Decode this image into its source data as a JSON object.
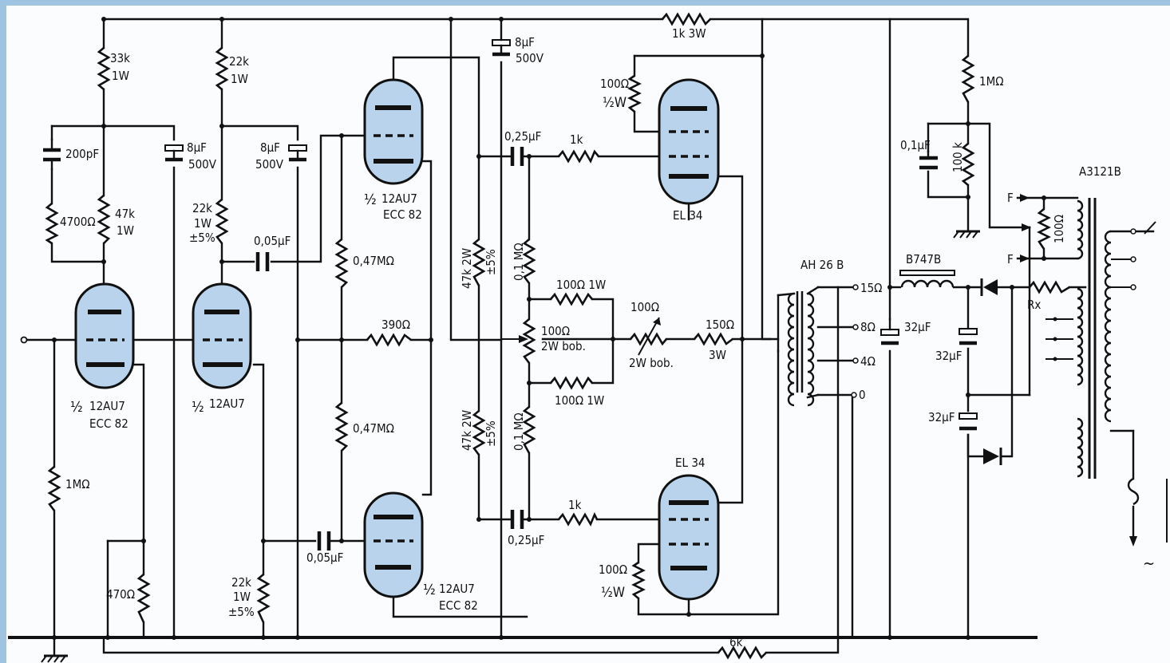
{
  "labels": {
    "r33k": "33k",
    "r33k_w": "1W",
    "r22k_top": "22k",
    "r22k_top_w": "1W",
    "c200p": "200pF",
    "c8u_1": "8µF",
    "c8u_1_v": "500V",
    "c8u_2": "8µF",
    "c8u_2_v": "500V",
    "r4700": "4700Ω",
    "r47k": "47k",
    "r47k_w": "1W",
    "r22k_mid": "22k",
    "r22k_mid_w": "1W",
    "r22k_mid_t": "±5%",
    "c005_top": "0,05µF",
    "v1_a": "½",
    "v1_b": "12AU7",
    "v1_c": "ECC 82",
    "v2_a": "½",
    "v2_b": "12AU7",
    "v3_a": "½",
    "v3_b": "12AU7",
    "v3_c": "ECC 82",
    "v4_a": "½",
    "v4_b": "12AU7",
    "v4_c": "ECC 82",
    "r1M_in": "1MΩ",
    "r470": "470Ω",
    "c005_bot": "0,05µF",
    "r22k_bot": "22k",
    "r22k_bot_w": "1W",
    "r22k_bot_t": "±5%",
    "r047_top": "0,47MΩ",
    "r390": "390Ω",
    "r047_bot": "0,47MΩ",
    "r47k2w_top": "47k  2W",
    "r47k2w_top_t": "±5%",
    "r47k2w_bot": "47k  2W",
    "r47k2w_bot_t": "±5%",
    "c8u_3": "8µF",
    "c8u_3_v": "500V",
    "c025_top": "0,25µF",
    "c025_bot": "0,25µF",
    "r1k_top": "1k",
    "r1k_bot": "1k",
    "r01M_top": "0,1 MΩ",
    "r01M_bot": "0,1 MΩ",
    "r100_1w_top": "100Ω  1W",
    "r100_1w_bot": "100Ω  1W",
    "r100_bob": "100Ω",
    "r100_bob2": "2W bob.",
    "pot100": "100Ω",
    "pot100_b": "2W bob.",
    "r150": "150Ω",
    "r150_w": "3W",
    "r100_halfw_top": "100Ω",
    "r100_halfw_top_w": "½W",
    "r100_halfw_bot": "100Ω",
    "r100_halfw_bot_w": "½W",
    "el34_top": "EL 34",
    "el34_bot": "EL 34",
    "r1k3w": "1k  3W",
    "ah26b": "AH 26 B",
    "tap15": "15Ω",
    "tap8": "8Ω",
    "tap4": "4Ω",
    "tap0": "0",
    "c32u_1": "32µF",
    "c32u_2": "32µF",
    "c32u_3": "32µF",
    "b747b": "B747B",
    "r1M_top": "1MΩ",
    "c01u": "0,1µF",
    "r100k": "100 k",
    "f1": "F",
    "f2": "F",
    "r100_ct": "100Ω",
    "a3121b": "A3121B",
    "rx": "Rx",
    "r6k": "6k",
    "ac": "~"
  },
  "colors": {
    "tube_fill": "#b9d3ec",
    "ink": "#111111",
    "frame": "#9ec4e2"
  }
}
